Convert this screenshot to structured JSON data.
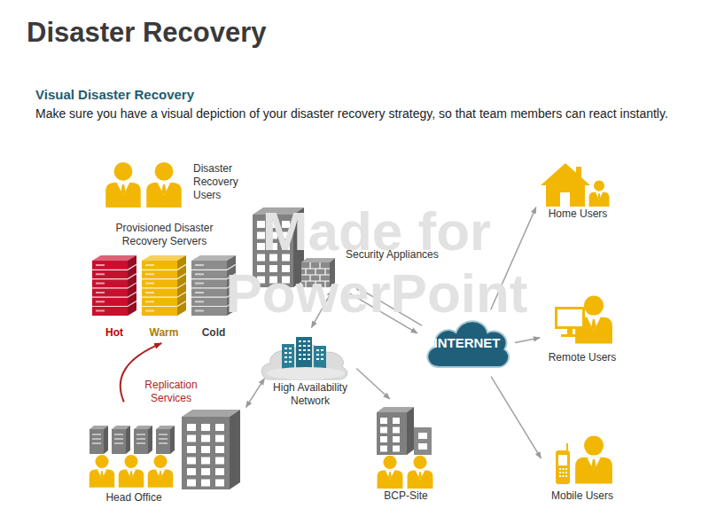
{
  "diagram": {
    "title": "Disaster Recovery",
    "nodes": [
      {
        "text": [
          "Disaster Recovery Users"
        ]
      },
      {
        "text": [
          "Provisioned Disaster Recovery Servers"
        ]
      },
      {
        "text": [
          "Hot"
        ],
        "in": 1
      },
      {
        "text": [
          "Warm"
        ],
        "in": 1
      },
      {
        "text": [
          "Cold"
        ],
        "in": 1
      },
      {
        "text": [
          "Security Appliances"
        ]
      },
      {
        "text": [
          "INTERNET"
        ]
      },
      {
        "text": [
          "Home Users"
        ]
      },
      {
        "text": [
          "Remote Users"
        ]
      },
      {
        "text": [
          "Mobile Users"
        ]
      },
      {
        "text": [
          "High Availability Network"
        ]
      },
      {
        "text": [
          "Head Office"
        ]
      },
      {
        "text": [
          "BCP-Site"
        ]
      }
    ],
    "edges": [
      {
        "from": 6,
        "to": 5,
        "arrow": "to"
      },
      {
        "from": 5,
        "to": 6,
        "arrow": "to"
      },
      {
        "from": 5,
        "to": 10,
        "arrow": "both"
      },
      {
        "from": 6,
        "to": 7,
        "arrow": "to"
      },
      {
        "from": 6,
        "to": 8,
        "arrow": "to"
      },
      {
        "from": 6,
        "to": 9,
        "arrow": "to"
      },
      {
        "from": 11,
        "to": 10,
        "arrow": "both"
      },
      {
        "from": 10,
        "to": 12,
        "arrow": "to"
      },
      {
        "from": 11,
        "to": 3,
        "label": "Replication Services",
        "arrow": "to"
      }
    ],
    "labels": [
      "Visual Disaster Recovery",
      "Make sure you have a visual depiction of your disaster recovery strategy, so that team members can react instantly.",
      "Made for PowerPoint"
    ]
  }
}
